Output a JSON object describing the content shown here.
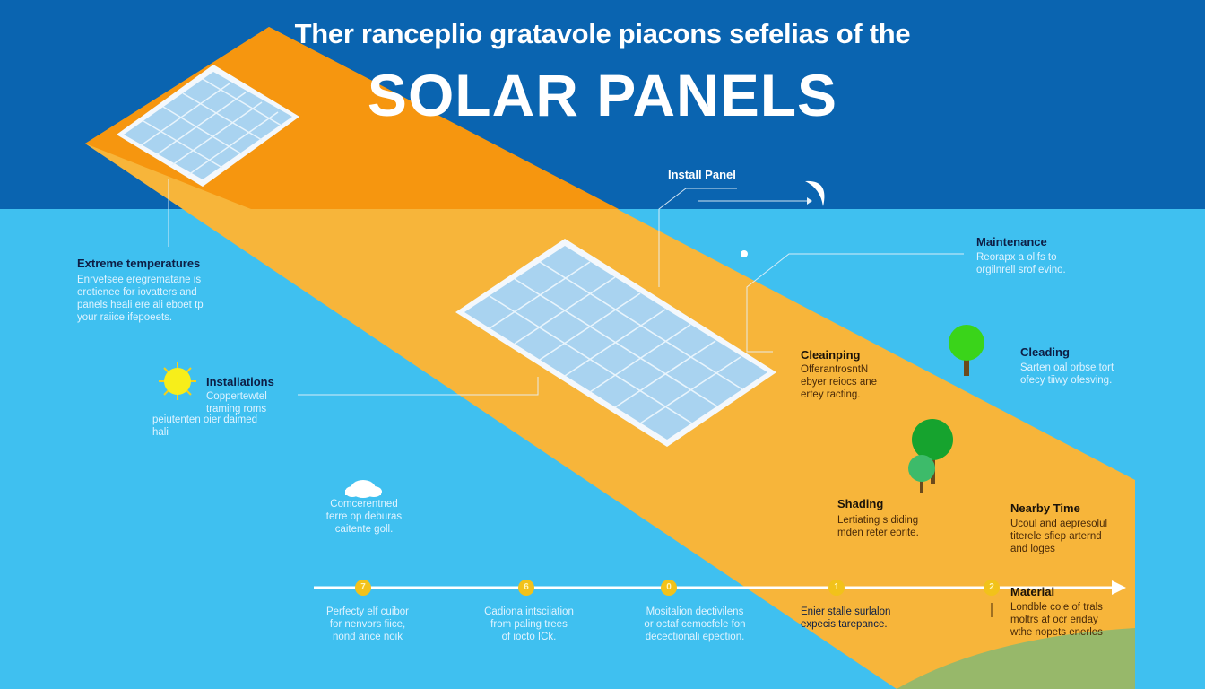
{
  "header": {
    "subtitle": "Ther ranceplio gratavole piacons sefelias of the",
    "title": "SOLAR PANELS"
  },
  "colors": {
    "header_blue": "#0a64b0",
    "sky_blue": "#3fc0f0",
    "band_orange_top": "#f6960f",
    "band_orange": "#f7b53a",
    "panel_cell": "#a9d3f0",
    "marker_yellow": "#f2c21a",
    "tree_green": "#3ad41a",
    "grass": "#97b86a"
  },
  "callouts": {
    "install_panel": {
      "label": "Install Panel"
    },
    "extreme_temperatures": {
      "label": "Extreme temperatures",
      "lines": [
        "Enrvefsee eregrematane is",
        "erotienee for iovatters and",
        "panels heali ere ali eboet tp",
        "your raiice ifepoeets."
      ]
    },
    "installations": {
      "label": "Installations",
      "lines": [
        "Coppertewtel",
        "traming roms",
        "peiutenten oier daimed",
        "hali"
      ]
    },
    "maintenance": {
      "label": "Maintenance",
      "lines": [
        "Reorapx a olifs to",
        "orgilnrell srof evino."
      ]
    },
    "cleaning": {
      "label": "Cleainping",
      "lines": [
        "OfferantrosntN",
        "ebyer reiocs ane",
        "ertey racting."
      ]
    },
    "cleading": {
      "label": "Cleading",
      "lines": [
        "Sarten oal orbse tort",
        "ofecy tiiwy ofesving."
      ]
    },
    "cloud_note": {
      "lines": [
        "Comcerentned",
        "terre op deburas",
        "caitente goll."
      ]
    },
    "shading": {
      "label": "Shading",
      "lines": [
        "Lertiating s diding",
        "mden reter eorite."
      ]
    },
    "nearby_time": {
      "label": "Nearby Time",
      "lines": [
        "Ucoul and aepresolul",
        "titerele sfiep arternd",
        "and loges"
      ]
    },
    "material": {
      "label": "Material",
      "lines": [
        "Londble cole of trals",
        "moltrs af ocr eriday",
        "wthe nopets enerles"
      ]
    }
  },
  "timeline": {
    "markers": [
      {
        "num": "7",
        "lines": [
          "Perfecty elf cuibor",
          "for nenvors fiice,",
          "nond ance noik"
        ]
      },
      {
        "num": "6",
        "lines": [
          "Cadiona intsciiation",
          "from paling trees",
          "of iocto ICk."
        ]
      },
      {
        "num": "0",
        "lines": [
          "Mositalion dectivilens",
          "or octaf cemocfele fon",
          "decectionali epection."
        ]
      },
      {
        "num": "1",
        "lines": [
          "Enier stalle surlalon",
          "expecis tarepance."
        ]
      },
      {
        "num": "2",
        "lines": []
      }
    ]
  },
  "icons": [
    "solar-panel-small",
    "solar-panel-large",
    "sun-icon",
    "cloud-icon",
    "moon-icon",
    "tree-icon",
    "tree-cluster-icon",
    "arrow-right-icon"
  ]
}
